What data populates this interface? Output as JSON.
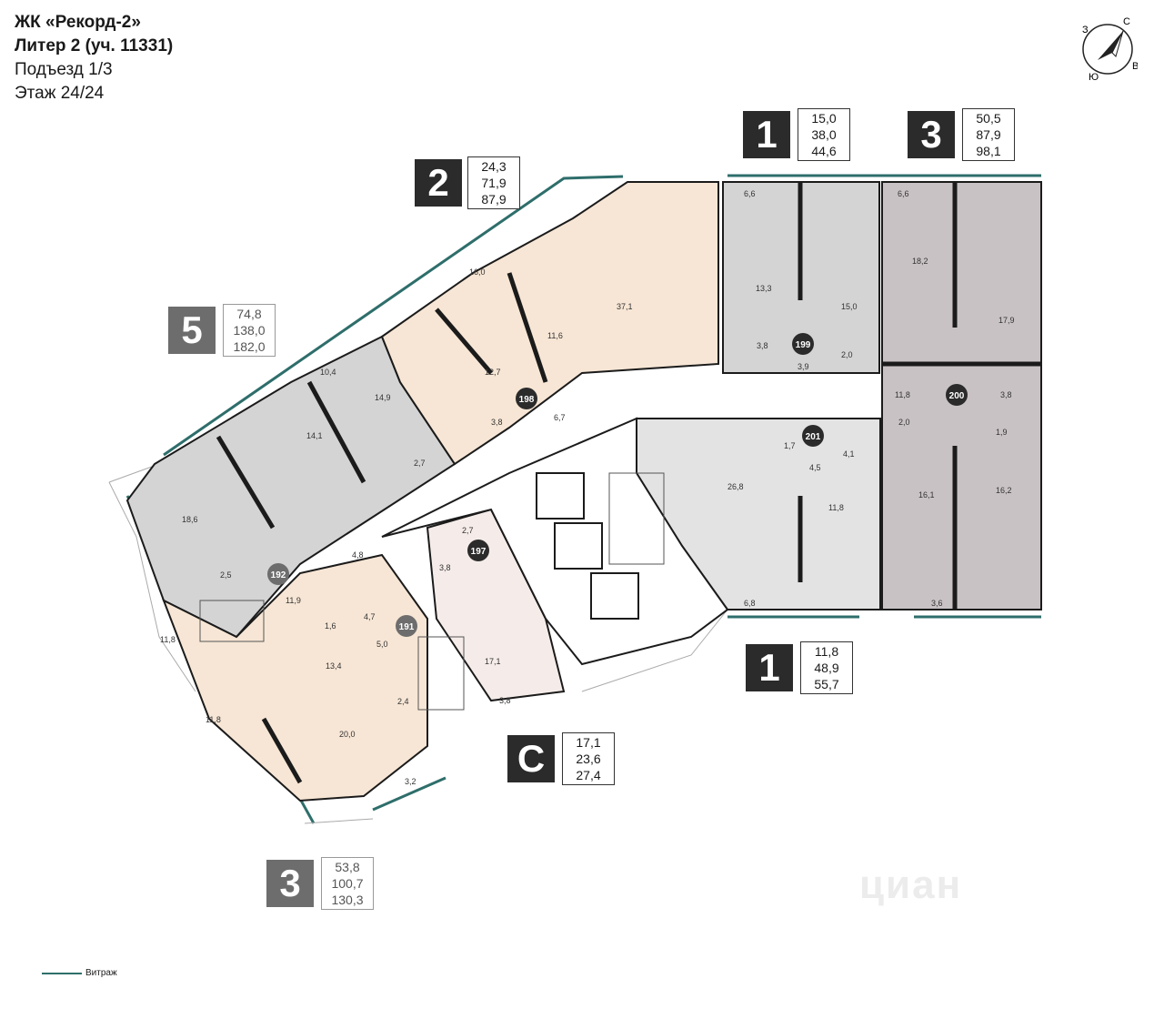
{
  "header": {
    "complex": "ЖК «Рекорд-2»",
    "liter": "Литер 2 (уч. 11331)",
    "entrance": "Подъезд 1/3",
    "floor": "Этаж 24/24"
  },
  "compass": {
    "n": "С",
    "s": "Ю",
    "w": "З",
    "e": "В"
  },
  "apartment_types": [
    {
      "label": "5",
      "areas": [
        "74,8",
        "138,0",
        "182,0"
      ]
    },
    {
      "label": "2",
      "areas": [
        "24,3",
        "71,9",
        "87,9"
      ]
    },
    {
      "label": "1",
      "areas": [
        "15,0",
        "38,0",
        "44,6"
      ]
    },
    {
      "label": "3",
      "areas": [
        "50,5",
        "87,9",
        "98,1"
      ]
    },
    {
      "label": "1",
      "areas": [
        "11,8",
        "48,9",
        "55,7"
      ]
    },
    {
      "label": "С",
      "areas": [
        "17,1",
        "23,6",
        "27,4"
      ]
    },
    {
      "label": "3",
      "areas": [
        "53,8",
        "100,7",
        "130,3"
      ]
    }
  ],
  "apartment_numbers": [
    "198",
    "199",
    "200",
    "201",
    "192",
    "197",
    "191"
  ],
  "room_areas": [
    "6,6",
    "6,6",
    "16,0",
    "37,1",
    "13,3",
    "18,2",
    "17,9",
    "15,0",
    "11,6",
    "12,7",
    "10,4",
    "14,9",
    "14,1",
    "3,8",
    "3,9",
    "2,0",
    "6,7",
    "3,8",
    "11,8",
    "3,8",
    "2,0",
    "1,9",
    "2,7",
    "1,7",
    "4,1",
    "4,5",
    "26,8",
    "11,8",
    "16,1",
    "16,2",
    "18,6",
    "4,8",
    "2,5",
    "11,9",
    "2,7",
    "3,8",
    "1,6",
    "4,7",
    "5,0",
    "11,8",
    "13,4",
    "17,1",
    "6,8",
    "3,6",
    "2,4",
    "3,8",
    "11,8",
    "20,0",
    "3,2"
  ],
  "legend": {
    "label": "Витраж",
    "color": "#2e6e6b"
  },
  "colors": {
    "peach": "#f7e6d5",
    "grey": "#d4d4d4",
    "dark": "#c9c2c4",
    "pink": "#f5ece9",
    "wall": "#1b1b1b"
  },
  "watermark": "циан"
}
